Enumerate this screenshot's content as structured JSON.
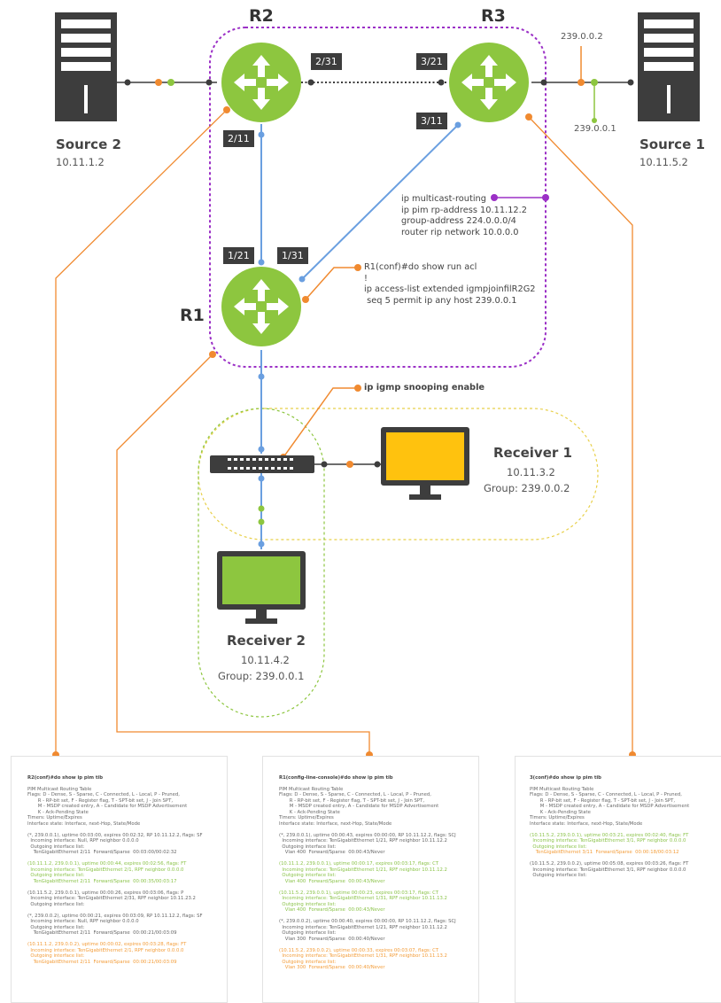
{
  "routers": {
    "r1": {
      "label": "R1"
    },
    "r2": {
      "label": "R2"
    },
    "r3": {
      "label": "R3"
    }
  },
  "sources": {
    "source2": {
      "name": "Source 2",
      "ip": "10.11.1.2"
    },
    "source1": {
      "name": "Source 1",
      "ip": "10.11.5.2"
    }
  },
  "receivers": {
    "receiver1": {
      "name": "Receiver 1",
      "ip": "10.11.3.2",
      "group": "Group: 239.0.0.2"
    },
    "receiver2": {
      "name": "Receiver 2",
      "ip": "10.11.4.2",
      "group": "Group: 239.0.0.1"
    }
  },
  "ports": {
    "r2_231": "2/31",
    "r3_321": "3/21",
    "r2_211": "2/11",
    "r3_311": "3/11",
    "r1_121": "1/21",
    "r1_131": "1/31"
  },
  "groups": {
    "g2": "239.0.0.2",
    "g1": "239.0.0.1"
  },
  "config": {
    "rp": [
      "ip multicast-routing",
      "ip pim rp-address 10.11.12.2",
      "group-address 224.0.0.0/4",
      "router rip network 10.0.0.0"
    ],
    "acl": [
      "R1(conf)#do show run acl",
      "!",
      "ip access-list extended igmpjoinfilR2G2",
      " seq 5 permit ip any host 239.0.0.1"
    ],
    "snoop": "ip igmp snooping enable"
  },
  "panels": {
    "left": {
      "title": "R2(conf)#do show ip pim tib",
      "header": [
        "PIM Multicast Routing Table",
        "Flags: D - Dense, S - Sparse, C - Connected, L - Local, P - Pruned,",
        "       R - RP-bit set, F - Register flag, T - SPT-bit set, J - Join SPT,",
        "       M - MSDP created entry, A - Candidate for MSDP Advertisement",
        "       K - Ack-Pending State",
        "Timers: Uptime/Expires",
        "Interface state: Interface, next-Hop, State/Mode"
      ],
      "b1": [
        "(*, 239.0.0.1), uptime 00:03:00, expires 00:02:32, RP 10.11.12.2, flags: SF",
        "  Incoming interface: Null, RPF neighbor 0.0.0.0",
        "  Outgoing interface list:",
        "    TenGigabitEthernet 2/11  Forward/Sparse  00:03:00/00:02:32"
      ],
      "b2": [
        "(10.11.1.2, 239.0.0.1), uptime 00:00:44, expires 00:02:56, flags: FT",
        "  Incoming interface: TenGigabitEthernet 2/1, RPF neighbor 0.0.0.0",
        "  Outgoing interface list:",
        "    TenGigabitEthernet 2/11  Forward/Sparse  00:00:35/00:03:17"
      ],
      "b3": [
        "(10.11.5.2, 239.0.0.1), uptime 00:00:26, expires 00:03:06, flags: P",
        "  Incoming interface: TenGigabitEthernet 2/31, RPF neighbor 10.11.23.2",
        "  Outgoing interface list:"
      ],
      "b4": [
        "(*, 239.0.0.2), uptime 00:00:21, expires 00:03:09, RP 10.11.12.2, flags: SF",
        "  Incoming interface: Null, RPF neighbor 0.0.0.0",
        "  Outgoing interface list:",
        "    TenGigabitEthernet 2/11  Forward/Sparse  00:00:21/00:03:09"
      ],
      "b5": [
        "(10.11.1.2, 239.0.0.2), uptime 00:00:02, expires 00:03:28, flags: FT",
        "  Incoming interface: TenGigabitEthernet 2/1, RPF neighbor 0.0.0.0",
        "  Outgoing interface list:",
        "    TenGigabitEthernet 2/11  Forward/Sparse  00:00:21/00:03:09"
      ]
    },
    "mid": {
      "title": "R1(config-line-console)#do show ip pim tib",
      "header": [
        "PIM Multicast Routing Table",
        "Flags: D - Dense, S - Sparse, C - Connected, L - Local, P - Pruned,",
        "       R - RP-bit set, F - Register flag, T - SPT-bit set, J - Join SPT,",
        "       M - MSDP created entry, A - Candidate for MSDP Advertisement",
        "       K - Ack-Pending State",
        "Timers: Uptime/Expires",
        "Interface state: Interface, next-Hop, State/Mode"
      ],
      "b1": [
        "(*, 239.0.0.1), uptime 00:00:43, expires 00:00:00, RP 10.11.12.2, flags: SCJ",
        "  Incoming interface: TenGigabitEthernet 1/21, RPF neighbor 10.11.12.2",
        "  Outgoing interface list:",
        "    Vlan 400  Forward/Sparse  00:00:43/Never"
      ],
      "b2": [
        "(10.11.1.2, 239.0.0.1), uptime 00:00:17, expires 00:03:17, flags: CT",
        "  Incoming interface: TenGigabitEthernet 1/21, RPF neighbor 10.11.12.2",
        "  Outgoing interface list:",
        "    Vlan 400  Forward/Sparse  00:00:43/Never"
      ],
      "b3": [
        "(10.11.5.2, 239.0.0.1), uptime 00:00:23, expires 00:03:17, flags: CT",
        "  Incoming interface: TenGigabitEthernet 1/31, RPF neighbor 10.11.13.2",
        "  Outgoing interface list:",
        "    Vlan 400  Forward/Sparse  00:00:43/Never"
      ],
      "b4": [
        "(*, 239.0.0.2), uptime 00:00:40, expires 00:00:00, RP 10.11.12.2, flags: SCJ",
        "  Incoming interface: TenGigabitEthernet 1/21, RPF neighbor 10.11.12.2",
        "  Outgoing interface list:",
        "    Vlan 300  Forward/Sparse  00:00:40/Never"
      ],
      "b5": [
        "(10.11.5.2, 239.0.0.2), uptime 00:00:33, expires 00:03:07, flags: CT",
        "  Incoming interface: TenGigabitEthernet 1/31, RPF neighbor 10.11.13.2",
        "  Outgoing interface list:",
        "    Vlan 300  Forward/Sparse  00:00:40/Never"
      ]
    },
    "right": {
      "title": "3(conf)#do show ip pim tib",
      "header": [
        "PIM Multicast Routing Table",
        "Flags: D - Dense, S - Sparse, C - Connected, L - Local, P - Pruned,",
        "       R - RP-bit set, F - Register flag, T - SPT-bit set, J - Join SPT,",
        "       M - MSDP created entry, A - Candidate for MSDP Advertisement",
        "       K - Ack-Pending State",
        "Timers: Uptime/Expires",
        "Interface state: Interface, next-Hop, State/Mode"
      ],
      "b1": [
        "(10.11.5.2, 239.0.0.1), uptime 00:03:21, expires 00:02:40, flags: FT",
        "  Incoming interface: TenGigabitEthernet 3/1, RPF neighbor 0.0.0.0",
        "  Outgoing interface list:",
        "    TenGigabitEthernet 3/11  Forward/Sparse  00:00:18/00:03:12"
      ],
      "b2": [
        "(10.11.5.2, 239.0.0.2), uptime 00:05:08, expires 00:03:26, flags: FT",
        "  Incoming interface: TenGigabitEthernet 3/1, RPF neighbor 0.0.0.0",
        "  Outgoing interface list:"
      ]
    }
  },
  "colors": {
    "router_green": "#8dc63f",
    "purple": "#9b30c6",
    "orange": "#f08a30",
    "blue": "#6a9fe0",
    "yellow_screen": "#ffc20e",
    "green_screen": "#8dc63f",
    "dark": "#3d3d3d"
  }
}
